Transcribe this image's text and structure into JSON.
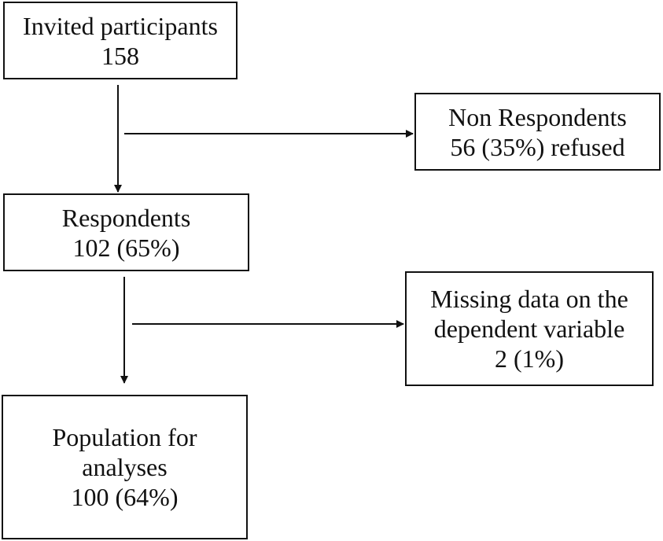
{
  "flowchart": {
    "invited": {
      "line1": "Invited participants",
      "line2": "158"
    },
    "non_respondents": {
      "line1": "Non Respondents",
      "line2": "56 (35%) refused"
    },
    "respondents": {
      "line1": "Respondents",
      "line2": "102 (65%)"
    },
    "missing": {
      "line1": "Missing data on the",
      "line2": "dependent variable",
      "line3": "2 (1%)"
    },
    "population": {
      "line1": "Population for",
      "line2": "analyses",
      "line3": "100 (64%)"
    }
  }
}
